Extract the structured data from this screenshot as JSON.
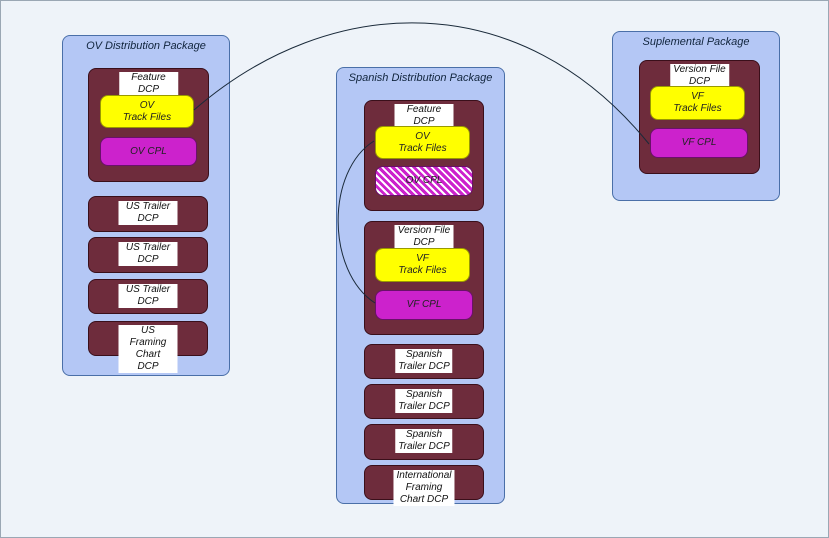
{
  "packages": {
    "ov": {
      "title": "OV Distribution Package",
      "feature": {
        "label": "Feature DCP",
        "track": "OV\nTrack Files",
        "cpl": "OV CPL"
      },
      "items": [
        "US Trailer DCP",
        "US Trailer DCP",
        "US Trailer DCP",
        "US Framing Chart\nDCP"
      ]
    },
    "spanish": {
      "title": "Spanish Distribution Package",
      "feature": {
        "label": "Feature DCP",
        "track": "OV\nTrack Files",
        "cpl": "OV CPL"
      },
      "version": {
        "label": "Version File DCP",
        "track": "VF\nTrack Files",
        "cpl": "VF CPL"
      },
      "items": [
        "Spanish\nTrailer DCP",
        "Spanish\nTrailer DCP",
        "Spanish\nTrailer DCP",
        "International\nFraming Chart DCP"
      ]
    },
    "supplemental": {
      "title": "Suplemental Package",
      "version": {
        "label": "Version File DCP",
        "track": "VF\nTrack Files",
        "cpl": "VF CPL"
      }
    }
  },
  "colors": {
    "package_fill": "#b4c7f5",
    "dcp_fill": "#6e2c3c",
    "track_fill": "#ffff00",
    "cpl_fill": "#cc22cc"
  }
}
